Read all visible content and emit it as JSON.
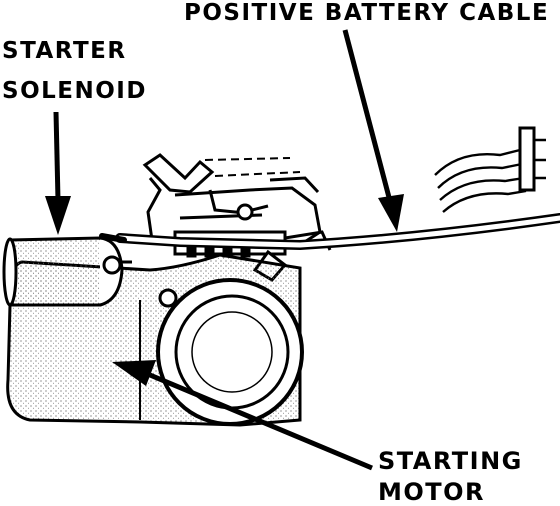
{
  "labels": {
    "positive_battery_cable": "POSITIVE BATTERY CABLE",
    "starter_solenoid_line1": "STARTER",
    "starter_solenoid_line2": "SOLENOID",
    "starting_motor_line1": "STARTING",
    "starting_motor_line2": "MOTOR"
  },
  "colors": {
    "ink": "#000000",
    "paper": "#ffffff",
    "stipple": "#555555"
  }
}
